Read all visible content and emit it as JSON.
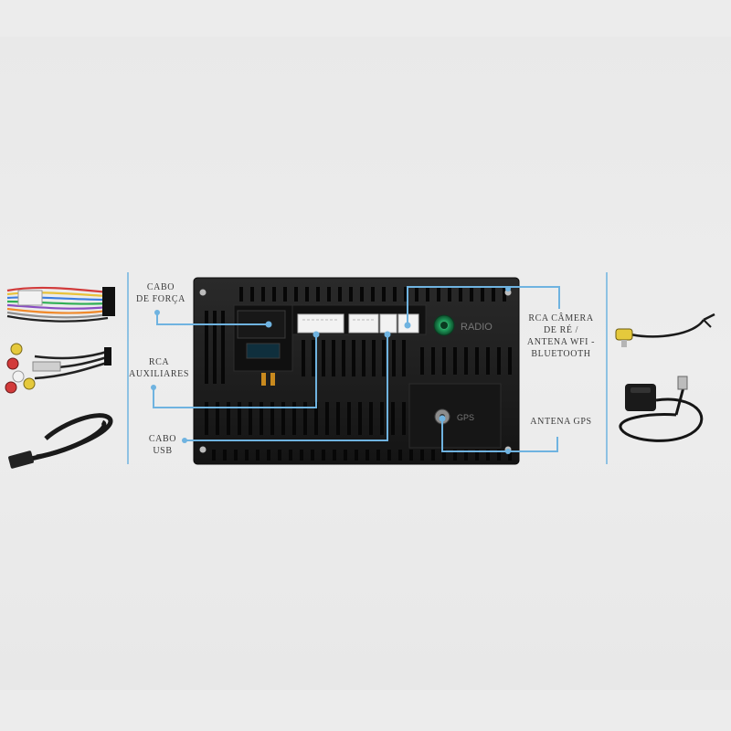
{
  "labels": {
    "power": "CABO\nDE FORÇA",
    "rca_aux": "RCA\nAUXILIARES",
    "usb": "CABO\nUSB",
    "camera_wifi": "RCA CÂMERA\nDE RÉ /\nANTENA WFI -\nBLUETOOTH",
    "gps_antenna": "ANTENA GPS"
  },
  "unit_marks": {
    "radio": "RADIO",
    "gps": "GPS"
  },
  "colors": {
    "callout": "#6fb3e0",
    "unit_body": "#1c1c1c",
    "connector": "#f2f2f2",
    "antenna_jack": "#1f9a5a"
  }
}
